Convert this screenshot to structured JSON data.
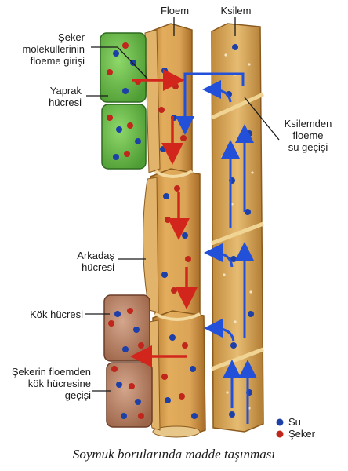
{
  "labels": {
    "floem": "Floem",
    "ksilem": "Ksilem",
    "seker_girisi": [
      "Şeker",
      "moleküllerinin",
      "floeme girişi"
    ],
    "yaprak": [
      "Yaprak",
      "hücresi"
    ],
    "ksilemden": [
      "Ksilemden",
      "floeme",
      "su geçişi"
    ],
    "arkadas": [
      "Arkadaş",
      "hücresi"
    ],
    "kok": "Kök hücresi",
    "seker_kok": [
      "Şekerin floemden",
      "kök hücresine",
      "geçişi"
    ]
  },
  "legend": {
    "su": "Su",
    "seker": "Şeker",
    "su_color": "#1c3fa8",
    "seker_color": "#c0261c"
  },
  "caption": "Soymuk borularında madde taşınması",
  "colors": {
    "tube": "#d9a24c",
    "tube_dark": "#a8702a",
    "leaf": "#6cc24a",
    "root": "#b67a5c",
    "arrow_blue": "#2350d8",
    "arrow_red": "#d2261c"
  }
}
